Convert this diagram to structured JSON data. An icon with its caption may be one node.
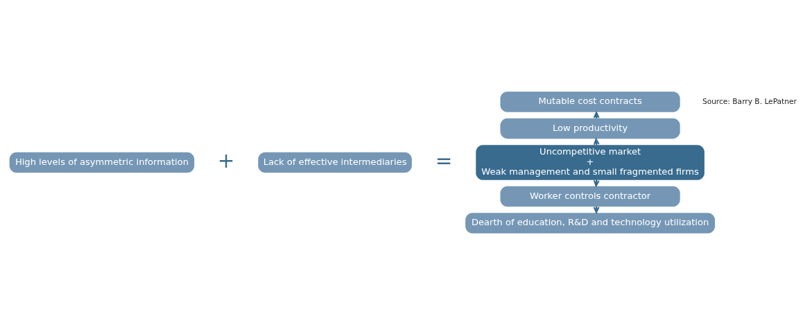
{
  "diagram": {
    "nodes": [
      {
        "text": [
          "High levels of asymmetric information"
        ]
      },
      {
        "text": [
          "Lack of effective intermediaries"
        ]
      },
      {
        "text": [
          "Uncompetitive market",
          "+",
          "Weak management and small fragmented firms"
        ]
      },
      {
        "text": [
          "Mutable cost contracts"
        ]
      },
      {
        "text": [
          "Low productivity"
        ]
      },
      {
        "text": [
          "Worker controls contractor"
        ]
      },
      {
        "text": [
          "Dearth of education, R&D and technology utilization"
        ]
      }
    ],
    "edges": [
      {
        "from": 4,
        "to": 3,
        "arrow": "to"
      },
      {
        "from": 2,
        "to": 4,
        "arrow": "to"
      },
      {
        "from": 2,
        "to": 5,
        "arrow": "to"
      },
      {
        "from": 5,
        "to": 6,
        "arrow": "to"
      }
    ],
    "labels": [
      "Source: Barry B. LePatner",
      "+",
      "="
    ]
  }
}
